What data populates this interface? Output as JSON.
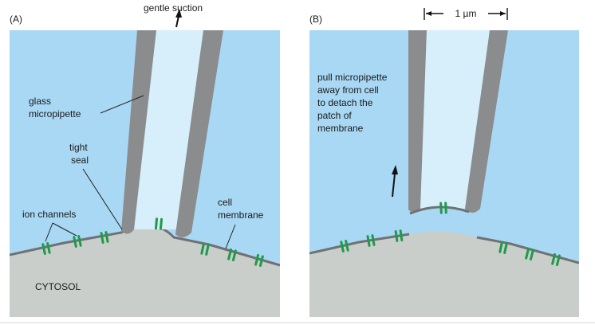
{
  "panels": {
    "a": {
      "label": "(A)",
      "gentle_suction": "gentle suction",
      "glass_micropipette": [
        "glass",
        "micropipette"
      ],
      "tight_seal": [
        "tight",
        "seal"
      ],
      "ion_channels": "ion channels",
      "cell_membrane": [
        "cell",
        "membrane"
      ],
      "cytosol": "CYTOSOL"
    },
    "b": {
      "label": "(B)",
      "scale_bar": "1 µm",
      "instruction": [
        "pull micropipette",
        "away from cell",
        "to detach the",
        "patch of",
        "membrane"
      ]
    }
  },
  "colors": {
    "extracellular": "#a8d8f4",
    "cytosol": "#c9cecb",
    "pipette_wall": "#8a8c8e",
    "pipette_lumen": "#d6effb",
    "membrane": "#6f7274",
    "ion_channel": "#1f9a4a"
  }
}
